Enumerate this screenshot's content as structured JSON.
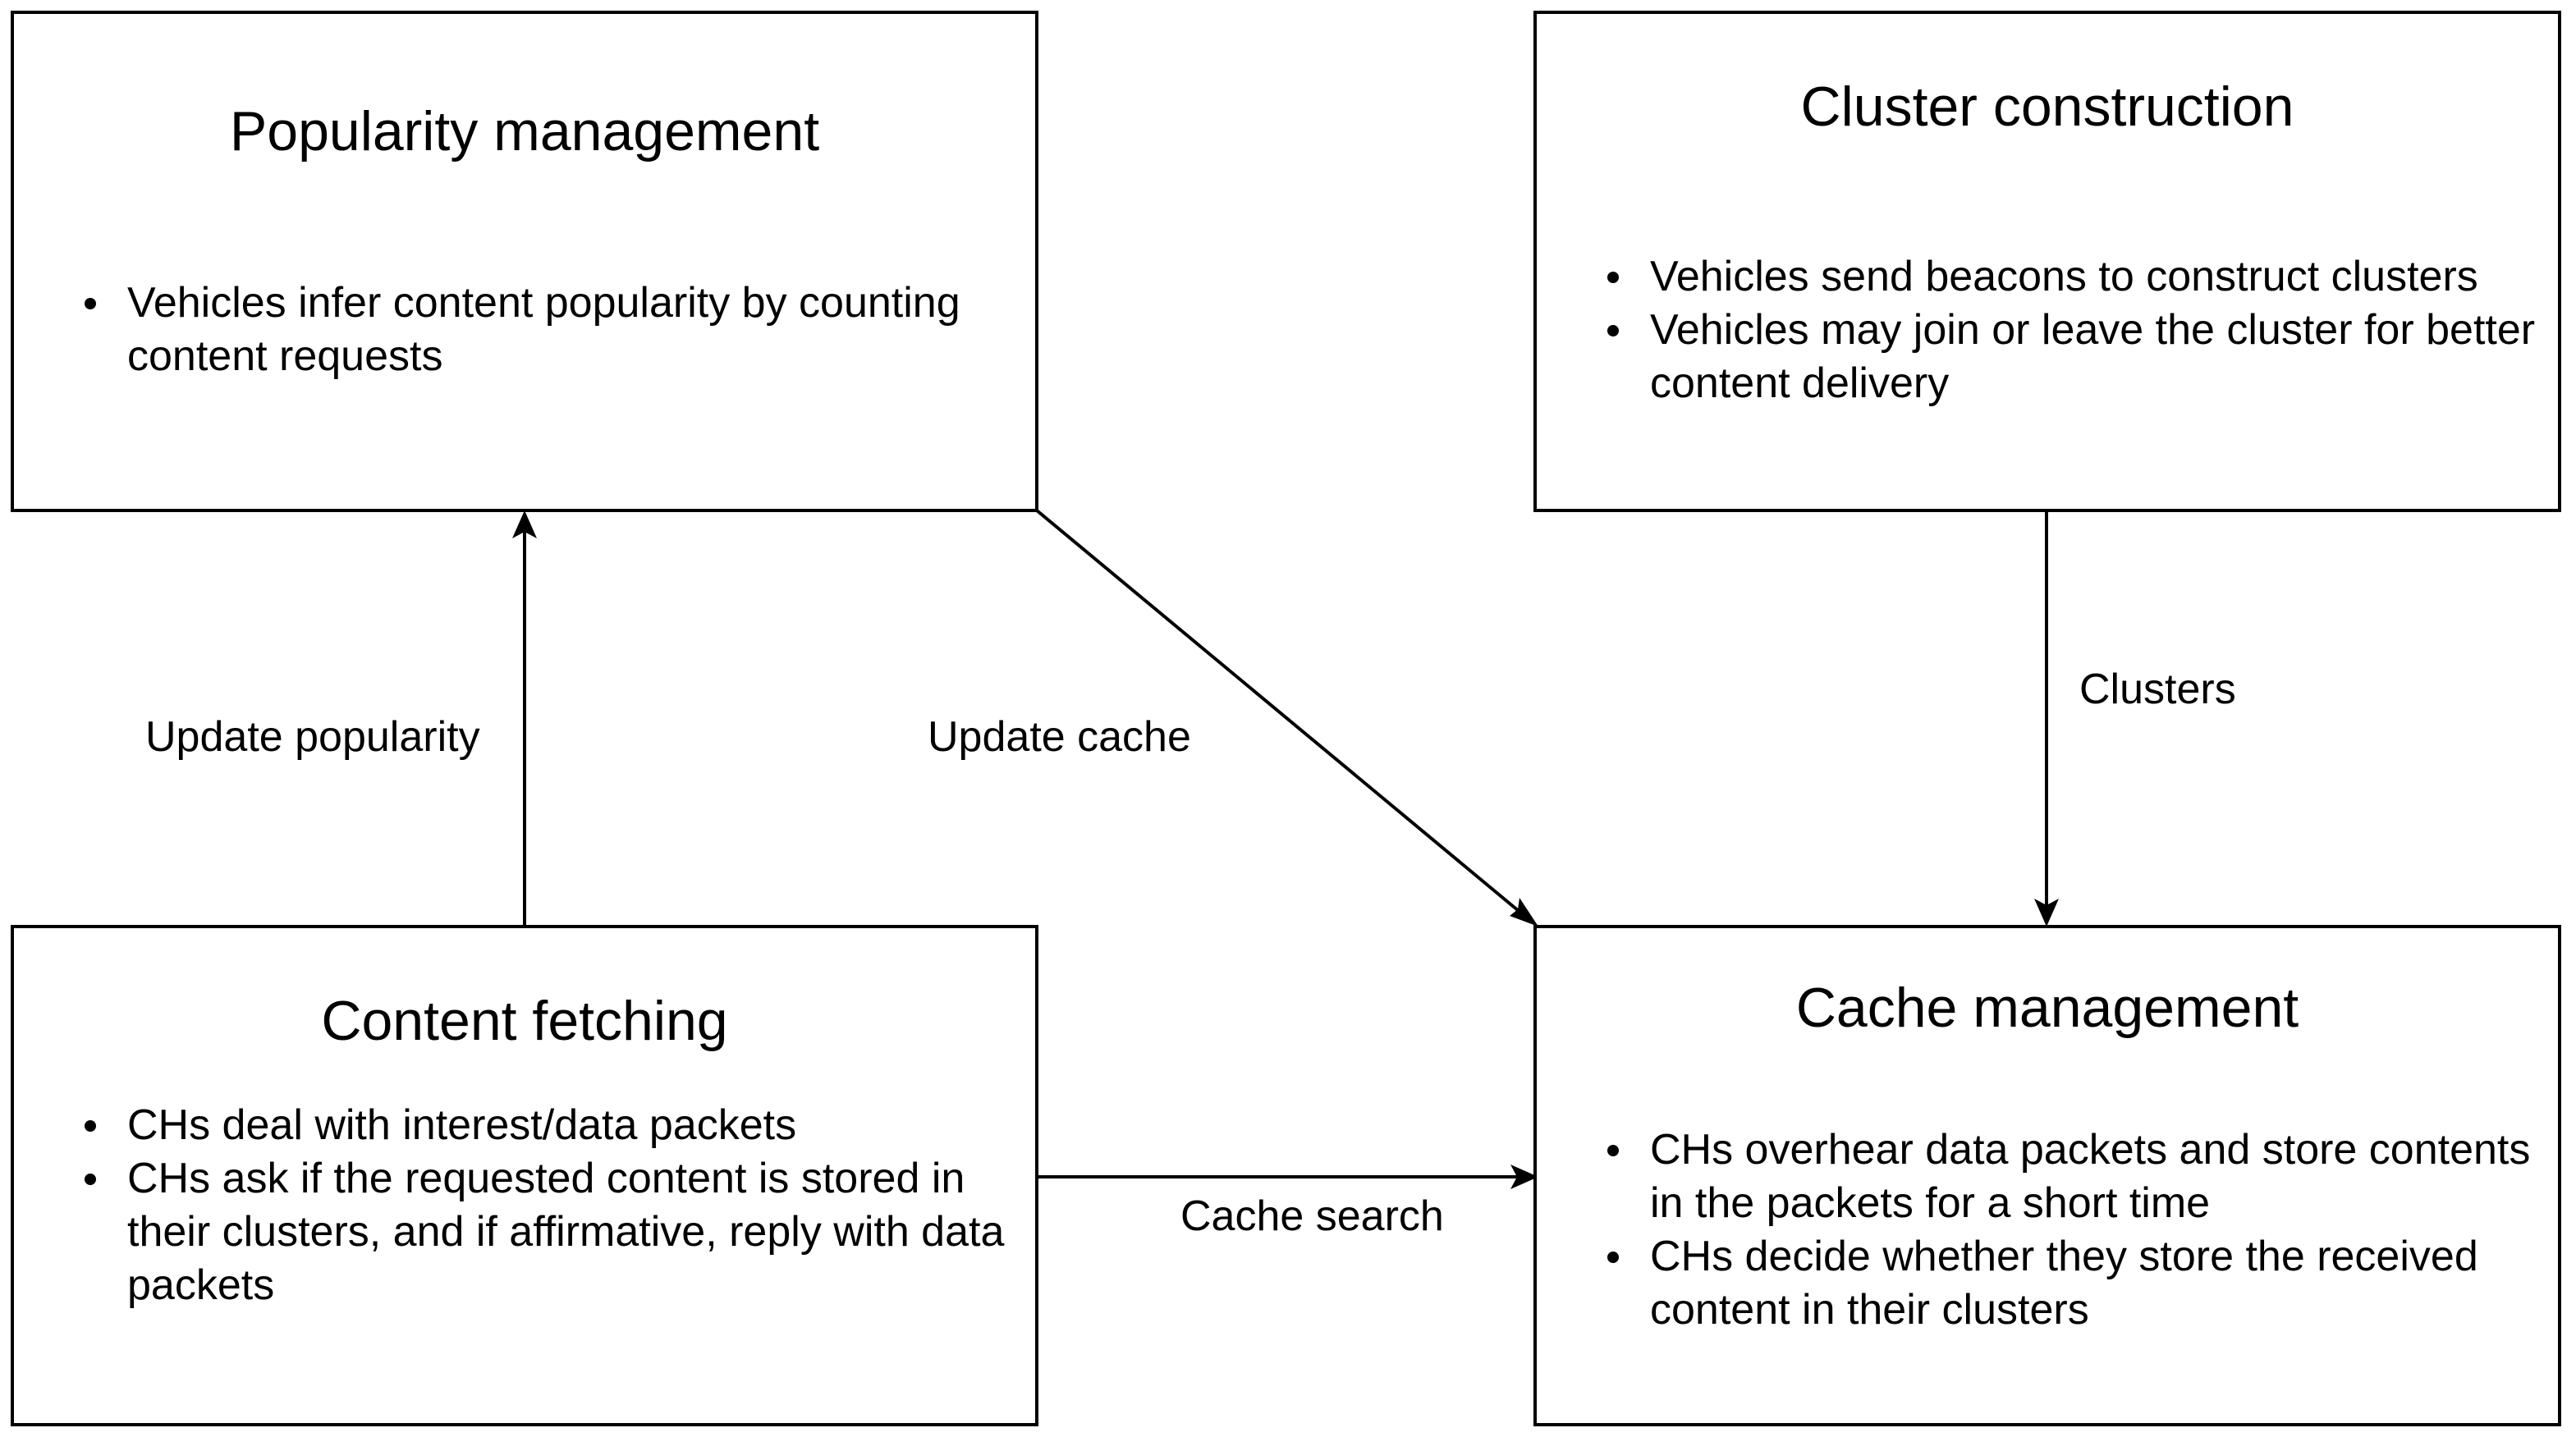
{
  "boxes": {
    "popularity": {
      "title": "Popularity management",
      "bullets": [
        "Vehicles infer content popularity by counting content requests"
      ]
    },
    "cluster": {
      "title": "Cluster construction",
      "bullets": [
        "Vehicles send beacons to construct clusters",
        "Vehicles may join or leave the cluster for better content delivery"
      ]
    },
    "fetching": {
      "title": "Content fetching",
      "bullets": [
        "CHs deal with interest/data packets",
        "CHs ask if the requested content is stored in their clusters, and if affirmative, reply with data packets"
      ]
    },
    "cache": {
      "title": "Cache management",
      "bullets": [
        "CHs overhear data packets and store contents in the packets for a short time",
        "CHs decide whether they store the received content in their clusters"
      ]
    }
  },
  "edges": {
    "update_popularity": "Update popularity",
    "update_cache": "Update cache",
    "clusters": "Clusters",
    "cache_search": "Cache search"
  }
}
